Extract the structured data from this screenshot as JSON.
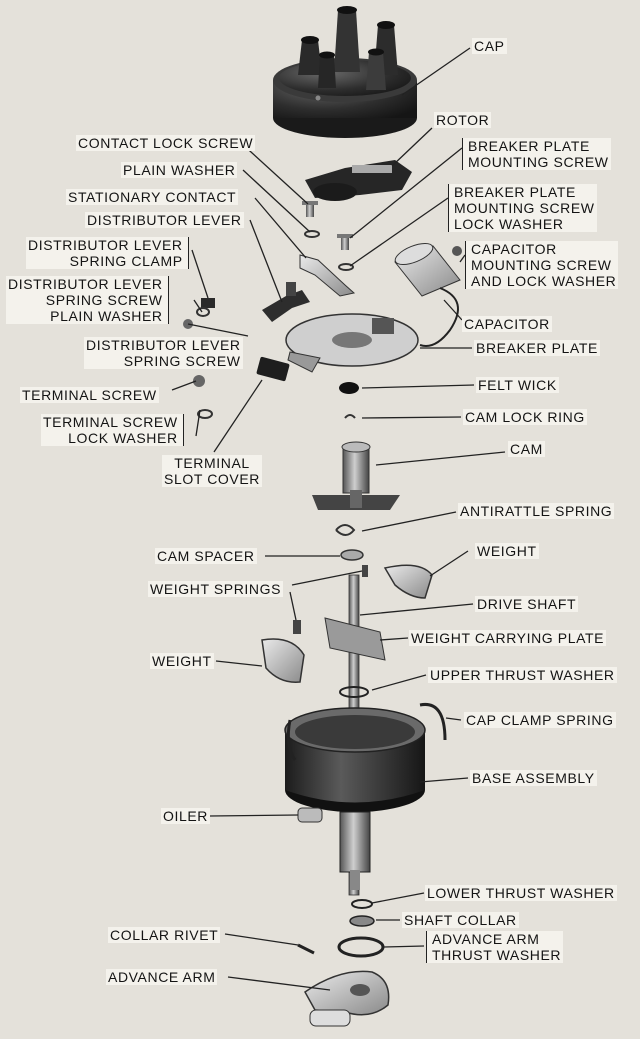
{
  "diagram": {
    "colors": {
      "paper": "#e4e1da",
      "part_dark": "#2b2b2b",
      "part_mid": "#5a5a5a",
      "part_light": "#9a9a9a",
      "leader": "#222222",
      "label_bg": "#f4f2ec"
    },
    "labels": {
      "cap": "CAP",
      "rotor": "ROTOR",
      "contact_lock_screw": "CONTACT LOCK SCREW",
      "plain_washer": "PLAIN WASHER",
      "breaker_plate_mounting_screw_1": "BREAKER PLATE",
      "breaker_plate_mounting_screw_2": "MOUNTING SCREW",
      "stationary_contact": "STATIONARY CONTACT",
      "breaker_plate_lock_washer_1": "BREAKER PLATE",
      "breaker_plate_lock_washer_2": "MOUNTING SCREW",
      "breaker_plate_lock_washer_3": "LOCK WASHER",
      "distributor_lever": "DISTRIBUTOR LEVER",
      "lever_spring_clamp_1": "DISTRIBUTOR LEVER",
      "lever_spring_clamp_2": "SPRING CLAMP",
      "capacitor_screw_1": "CAPACITOR",
      "capacitor_screw_2": "MOUNTING SCREW",
      "capacitor_screw_3": "AND LOCK WASHER",
      "lever_spring_screw_washer_1": "DISTRIBUTOR LEVER",
      "lever_spring_screw_washer_2": "SPRING SCREW",
      "lever_spring_screw_washer_3": "PLAIN WASHER",
      "capacitor": "CAPACITOR",
      "lever_spring_screw_1": "DISTRIBUTOR LEVER",
      "lever_spring_screw_2": "SPRING SCREW",
      "breaker_plate": "BREAKER PLATE",
      "felt_wick": "FELT WICK",
      "terminal_screw": "TERMINAL SCREW",
      "cam_lock_ring": "CAM LOCK RING",
      "terminal_screw_lock_washer_1": "TERMINAL SCREW",
      "terminal_screw_lock_washer_2": "LOCK WASHER",
      "cam": "CAM",
      "terminal_slot_cover_1": "TERMINAL",
      "terminal_slot_cover_2": "SLOT COVER",
      "antirattle_spring": "ANTIRATTLE SPRING",
      "cam_spacer": "CAM SPACER",
      "weight_right": "WEIGHT",
      "weight_springs": "WEIGHT SPRINGS",
      "drive_shaft": "DRIVE SHAFT",
      "weight_carrying_plate": "WEIGHT CARRYING PLATE",
      "weight_left": "WEIGHT",
      "upper_thrust_washer": "UPPER THRUST WASHER",
      "cap_clamp_spring": "CAP CLAMP SPRING",
      "base_assembly": "BASE ASSEMBLY",
      "oiler": "OILER",
      "lower_thrust_washer": "LOWER THRUST WASHER",
      "shaft_collar": "SHAFT COLLAR",
      "collar_rivet": "COLLAR RIVET",
      "advance_arm_thrust_washer_1": "ADVANCE ARM",
      "advance_arm_thrust_washer_2": "THRUST WASHER",
      "advance_arm": "ADVANCE ARM"
    }
  }
}
